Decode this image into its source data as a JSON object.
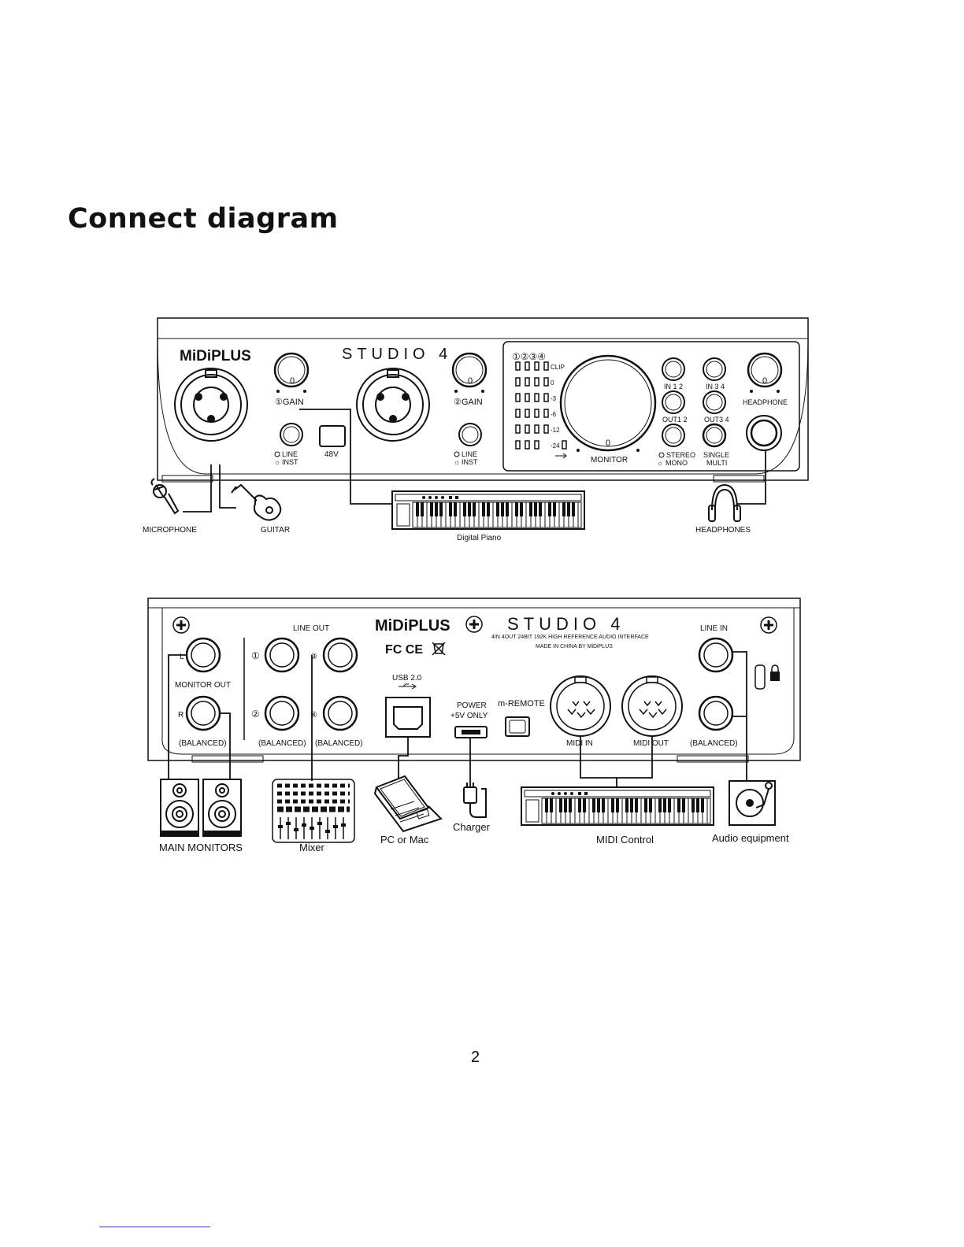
{
  "heading": "Connect diagram",
  "brand": "MiDiPLUS",
  "product": "STUDIO 4",
  "front": {
    "gain1": "①GAIN",
    "gain2": "②GAIN",
    "knob_zero": "0",
    "line": "LINE",
    "inst": "INST",
    "phantom": "48V",
    "channels": "①②③④",
    "meter_labels": [
      "CLIP",
      "0",
      "-3",
      "-6",
      "-12",
      "-24"
    ],
    "monitor": "MONITOR",
    "in12": "IN 1 2",
    "in34": "IN 3 4",
    "out12": "OUT1 2",
    "out34": "OUT3 4",
    "stereo": "STEREO",
    "mono": "MONO",
    "single": "SINGLE",
    "multi": "MULTI",
    "headphone": "HEADPHONE"
  },
  "front_devices": {
    "microphone": "MICROPHONE",
    "guitar": "GUITAR",
    "digital_piano": "Digital Piano",
    "headphones": "HEADPHONES"
  },
  "rear": {
    "line_out": "LINE OUT",
    "l": "L",
    "r": "R",
    "monitor_out": "MONITOR OUT",
    "balanced_1": "(BALANCED)",
    "balanced_2": "(BALANCED)",
    "balanced_3": "(BALANCED)",
    "balanced_4": "(BALANCED)",
    "ch1": "①",
    "ch2": "②",
    "ch3": "③",
    "ch4": "④",
    "spec_line": "4IN 4OUT 24BIT 192K HIGH REFERENCE AUDIO INTERFACE",
    "made_in": "MADE IN CHINA BY MiDiPLUS",
    "certs": "FC CE",
    "usb": "USB 2.0",
    "power": "POWER",
    "power_sub": "+5V ONLY",
    "remote": "m-REMOTE",
    "midi_in": "MIDI IN",
    "midi_out": "MIDI OUT",
    "line_in": "LINE IN"
  },
  "rear_devices": {
    "main_monitors": "MAIN MONITORS",
    "mixer": "Mixer",
    "pc": "PC or Mac",
    "charger": "Charger",
    "midi_control": "MIDI Control",
    "audio_equipment": "Audio equipment"
  },
  "page_number": "2"
}
